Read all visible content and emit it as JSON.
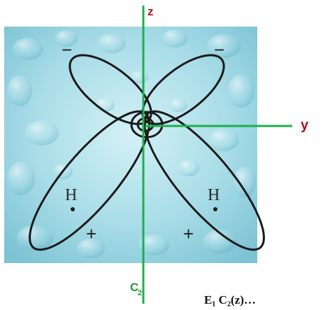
{
  "diagram": {
    "axis_labels": {
      "z": "z",
      "y": "y",
      "c2_main": "C",
      "c2_sub": "2"
    },
    "atoms": {
      "hydrogen_left": "H",
      "hydrogen_right": "H"
    },
    "lobe_signs": {
      "top_left": "−",
      "top_right": "−",
      "bottom_left": "+",
      "bottom_right": "+"
    },
    "bottom_text": "E₁  C₂(z)…"
  },
  "colors": {
    "axis_line": "#1cb04a",
    "axis_label": "#b0161e",
    "c2_label": "#1f9a3a",
    "background_tile": "#a9dde8",
    "orbital_stroke": "#1a1a1a"
  }
}
